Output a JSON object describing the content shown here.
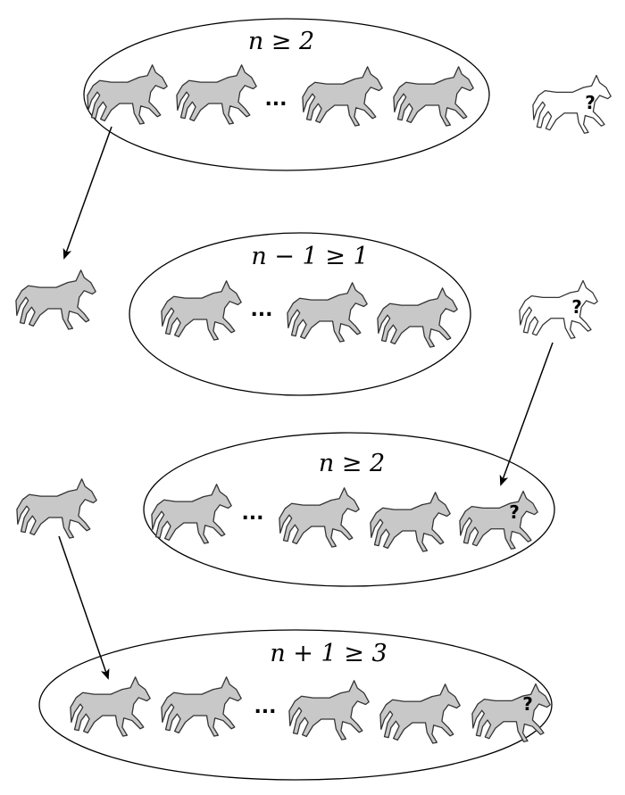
{
  "colors": {
    "horse_fill": "#c8c8c8",
    "unknown_horse_fill": "#ffffff",
    "stroke": "#000000"
  },
  "question_mark": "?",
  "ellipsis": "...",
  "groups": [
    {
      "label": "n ≥ 2"
    },
    {
      "label": "n − 1 ≥ 1"
    },
    {
      "label": "n ≥ 2"
    },
    {
      "label": "n + 1 ≥ 3"
    }
  ]
}
